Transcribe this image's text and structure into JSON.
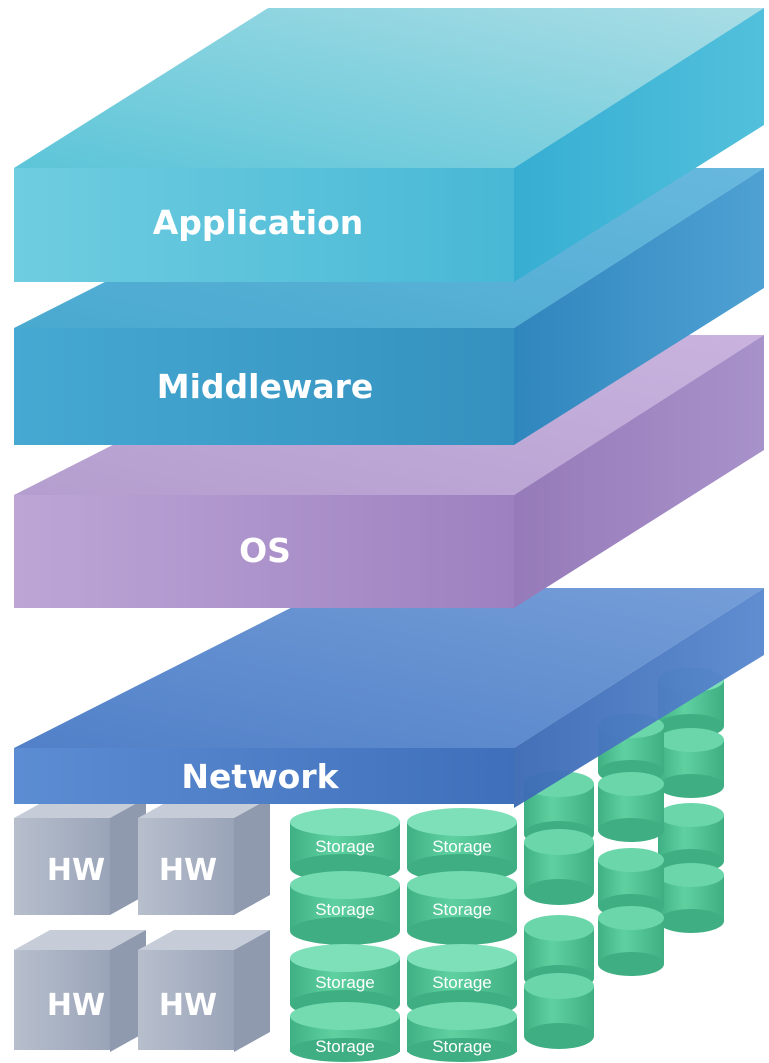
{
  "layers": {
    "application": {
      "label": "Application",
      "color": "#5ec3d6"
    },
    "middleware": {
      "label": "Middleware",
      "color": "#3c9ec8"
    },
    "os": {
      "label": "OS",
      "color": "#a78cc4"
    },
    "network": {
      "label": "Network",
      "color": "#4f7fc8"
    }
  },
  "hardware": {
    "label": "HW",
    "color": "#a4adbf",
    "blocks": [
      "HW",
      "HW",
      "HW",
      "HW"
    ]
  },
  "storage": {
    "label": "Storage",
    "color": "#4fc293",
    "units": [
      "Storage",
      "Storage",
      "Storage",
      "Storage",
      "Storage",
      "Storage",
      "Storage",
      "Storage"
    ]
  }
}
